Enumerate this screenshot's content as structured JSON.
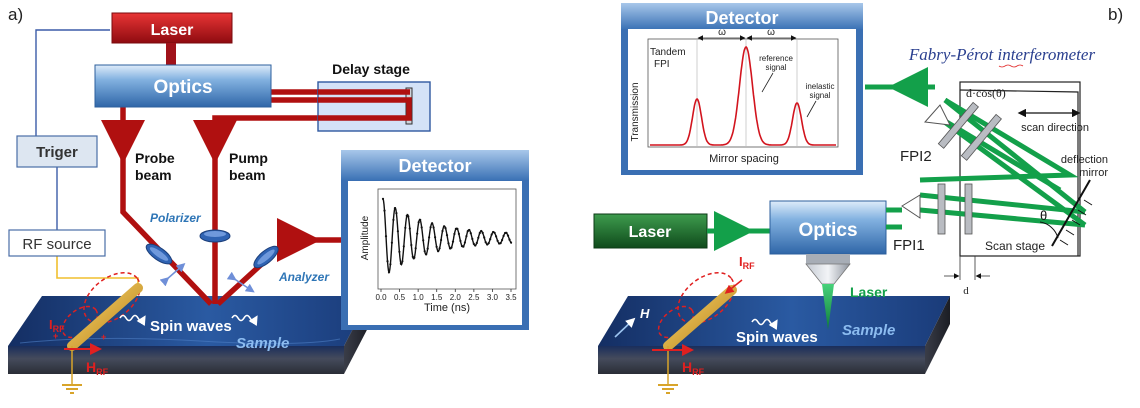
{
  "panel_a": {
    "label": "a)",
    "laser": "Laser",
    "optics": "Optics",
    "delay_stage": "Delay stage",
    "triger": "Triger",
    "rf_source": "RF source",
    "probe_beam_1": "Probe",
    "probe_beam_2": "beam",
    "pump_beam_1": "Pump",
    "pump_beam_2": "beam",
    "polarizer": "Polarizer",
    "analyzer": "Analyzer",
    "spin_waves": "Spin waves",
    "sample": "Sample",
    "i_rf_main": "I",
    "i_rf_sub": "RF",
    "h_rf_main": "H",
    "h_rf_sub": "RF",
    "detector": "Detector",
    "plot": {
      "ylabel": "Amplitude",
      "xlabel": "Time (ns)",
      "xticks": [
        "0.0",
        "0.5",
        "1.0",
        "1.5",
        "2.0",
        "2.5",
        "3.0",
        "3.5"
      ]
    }
  },
  "panel_b": {
    "label": "b)",
    "detector": "Detector",
    "fpi_title": "Fabry-Pérot interferometer",
    "laser": "Laser",
    "optics": "Optics",
    "laser_green": "Laser",
    "fpi1": "FPI1",
    "fpi2": "FPI2",
    "d_cos": "d·cos(θ)",
    "scan_direction": "scan direction",
    "deflection_1": "deflection",
    "deflection_2": "mirror",
    "theta": "θ",
    "scan_stage": "Scan stage",
    "d": "d",
    "spin_waves": "Spin waves",
    "sample": "Sample",
    "h": "H",
    "i_rf_main": "I",
    "i_rf_sub": "RF",
    "h_rf_main": "H",
    "h_rf_sub": "RF",
    "plot": {
      "ylabel": "Transmission",
      "xlabel": "Mirror spacing",
      "tandem_1": "Tandem",
      "tandem_2": "FPI",
      "omega_1": "ω",
      "omega_2": "ω",
      "ref_1": "reference",
      "ref_2": "signal",
      "inel_1": "inelastic",
      "inel_2": "signal"
    }
  },
  "colors": {
    "beam_red": "#b01010",
    "beam_green": "#13a04a",
    "laser_red": "#c8141e",
    "laser_green": "#1d6e2a",
    "optics_blue": "#5f96cf",
    "accent_blue": "#2e75b6",
    "sample_navy": "#15336a",
    "sample_light": "#7fb2e5",
    "label_red": "#e02020",
    "antenna_gold": "#d8a42a"
  }
}
